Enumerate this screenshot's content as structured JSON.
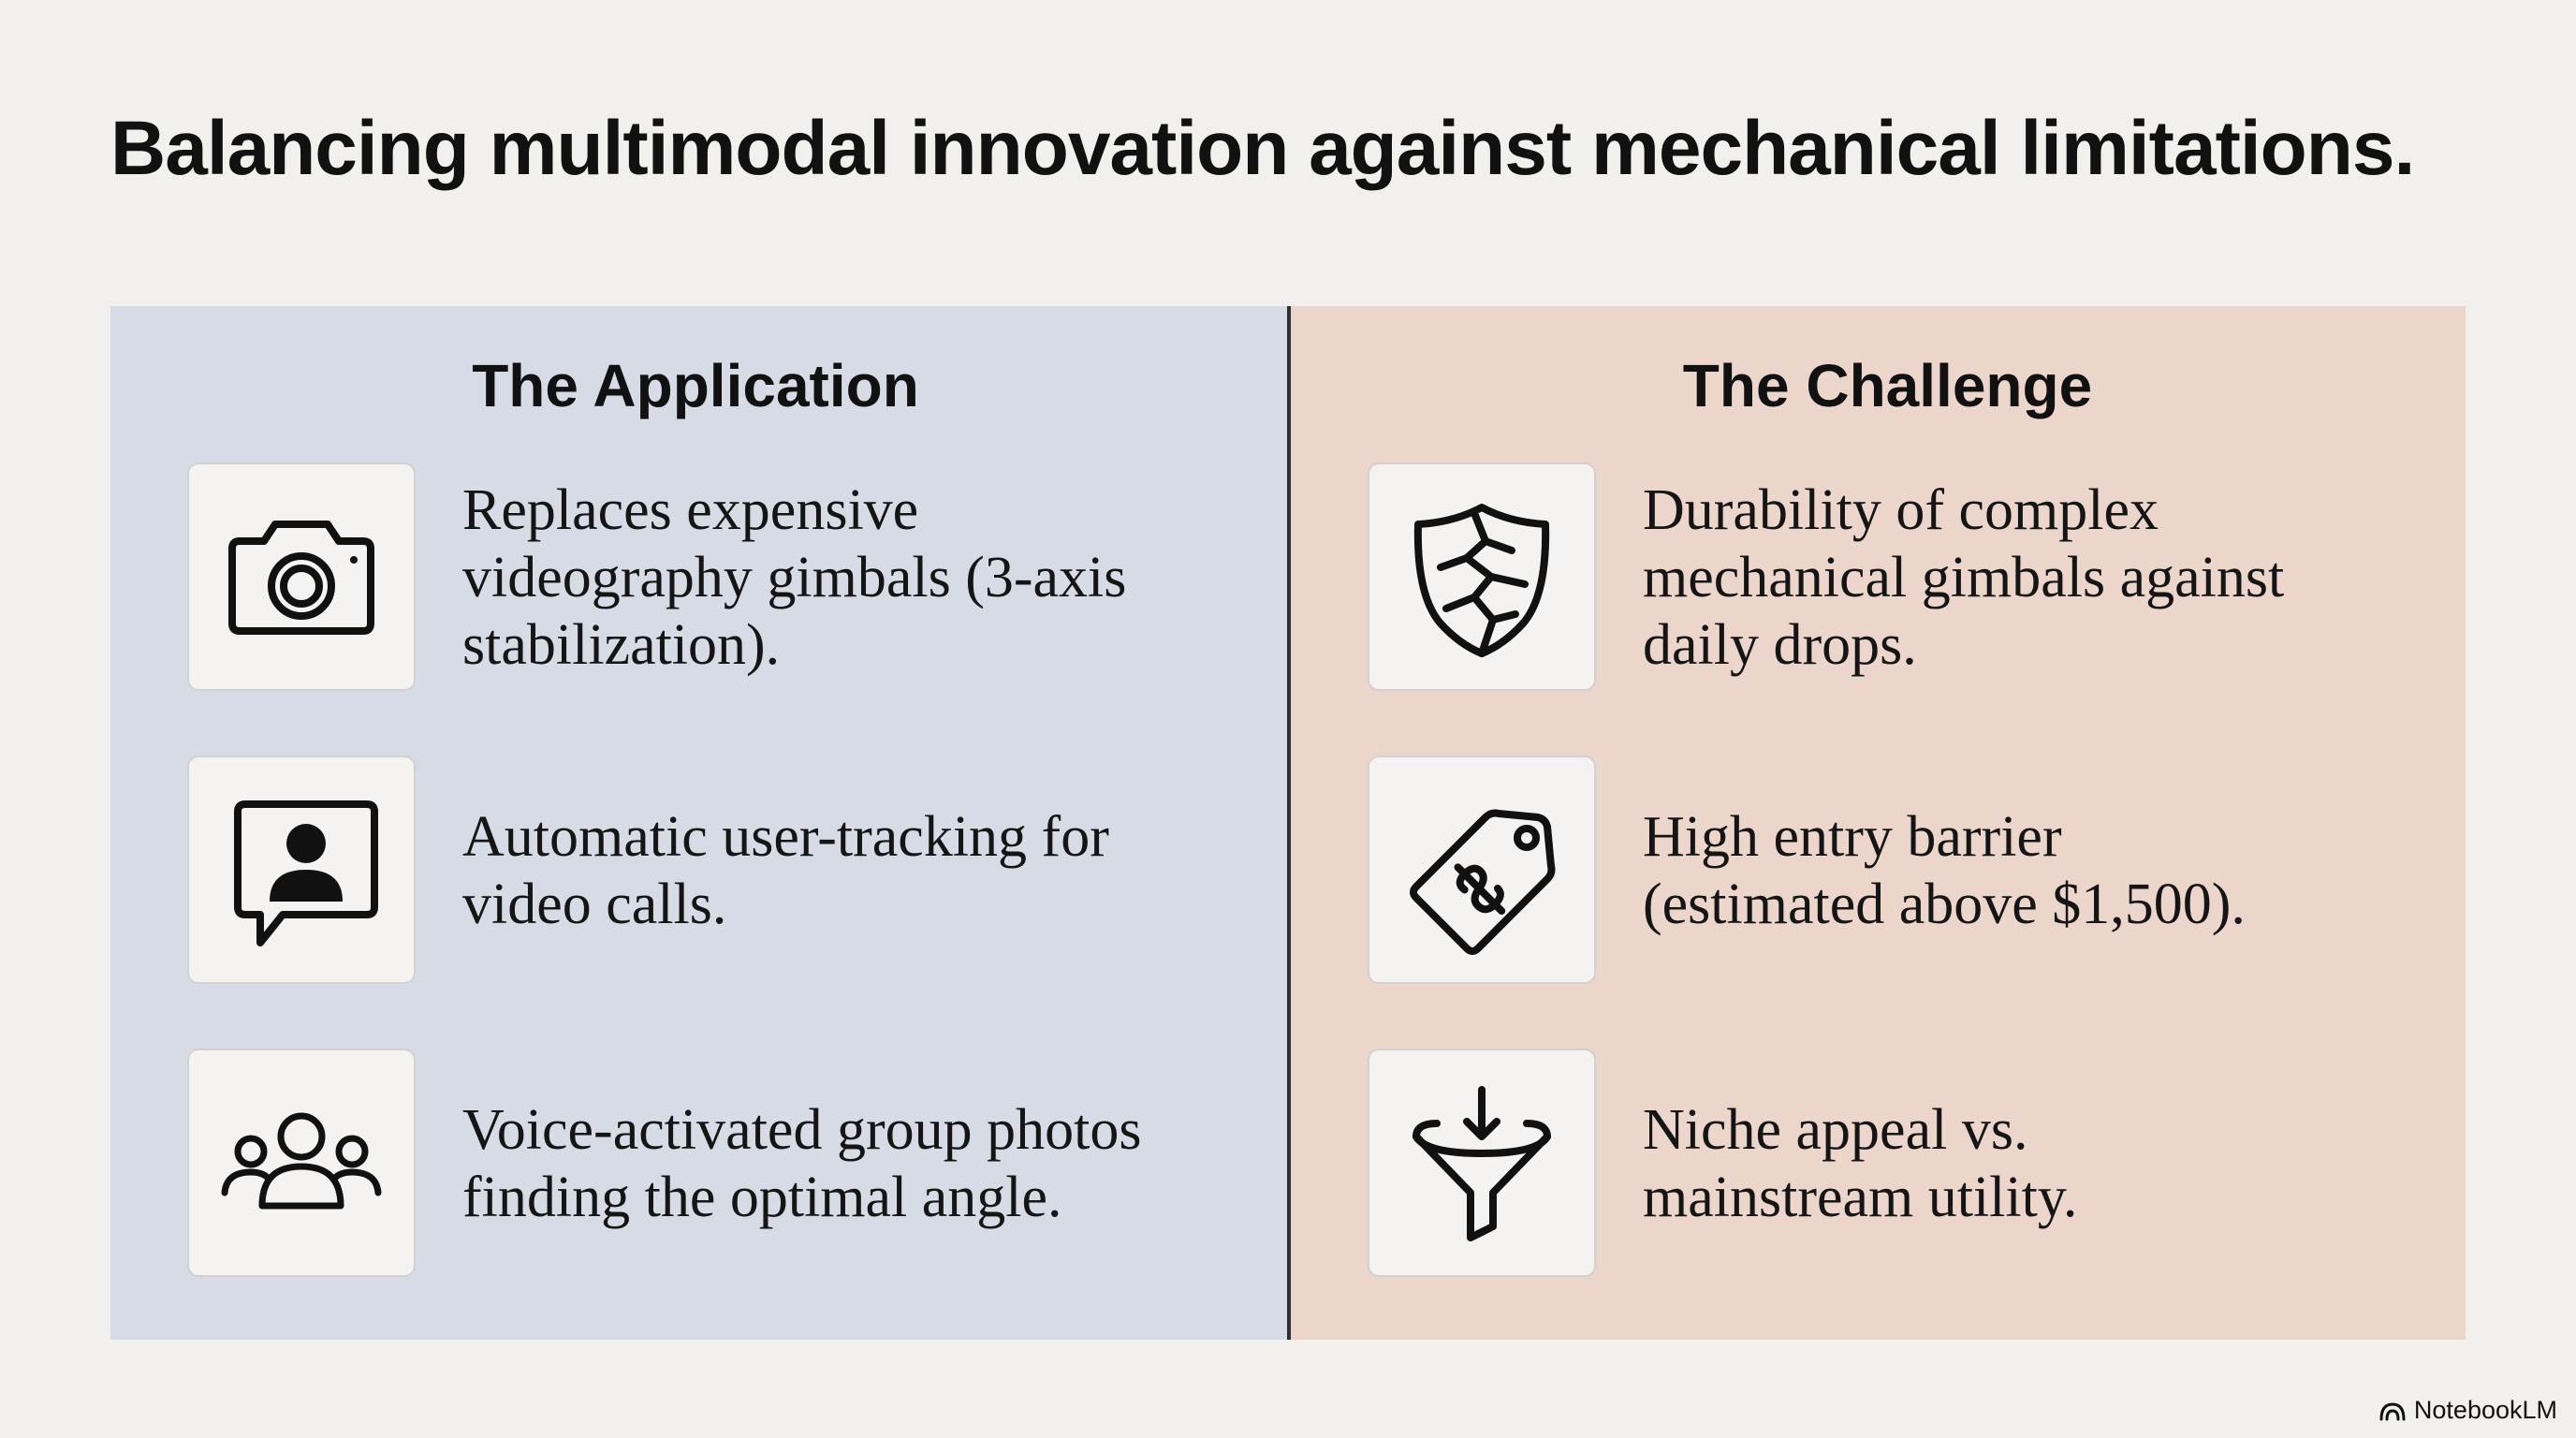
{
  "slide": {
    "title": "Balancing multimodal innovation against mechanical limitations."
  },
  "application": {
    "heading": "The Application",
    "items": [
      {
        "icon": "camera-icon",
        "lines": [
          "Replaces expensive",
          "videography gimbals (3-axis",
          "stabilization)."
        ]
      },
      {
        "icon": "user-chat-bubble-icon",
        "lines": [
          "Automatic user-tracking for",
          "video calls."
        ]
      },
      {
        "icon": "group-people-icon",
        "lines": [
          "Voice-activated group photos",
          "finding the optimal angle."
        ]
      }
    ]
  },
  "challenge": {
    "heading": "The Challenge",
    "items": [
      {
        "icon": "cracked-shield-icon",
        "lines": [
          "Durability of complex",
          "mechanical gimbals against",
          "daily drops."
        ]
      },
      {
        "icon": "price-tag-icon",
        "lines": [
          "High entry barrier",
          "(estimated above $1,500)."
        ]
      },
      {
        "icon": "funnel-icon",
        "lines": [
          "Niche appeal vs.",
          "mainstream utility."
        ]
      }
    ]
  },
  "branding": {
    "label": "NotebookLM",
    "icon": "notebooklm-logo-icon"
  }
}
